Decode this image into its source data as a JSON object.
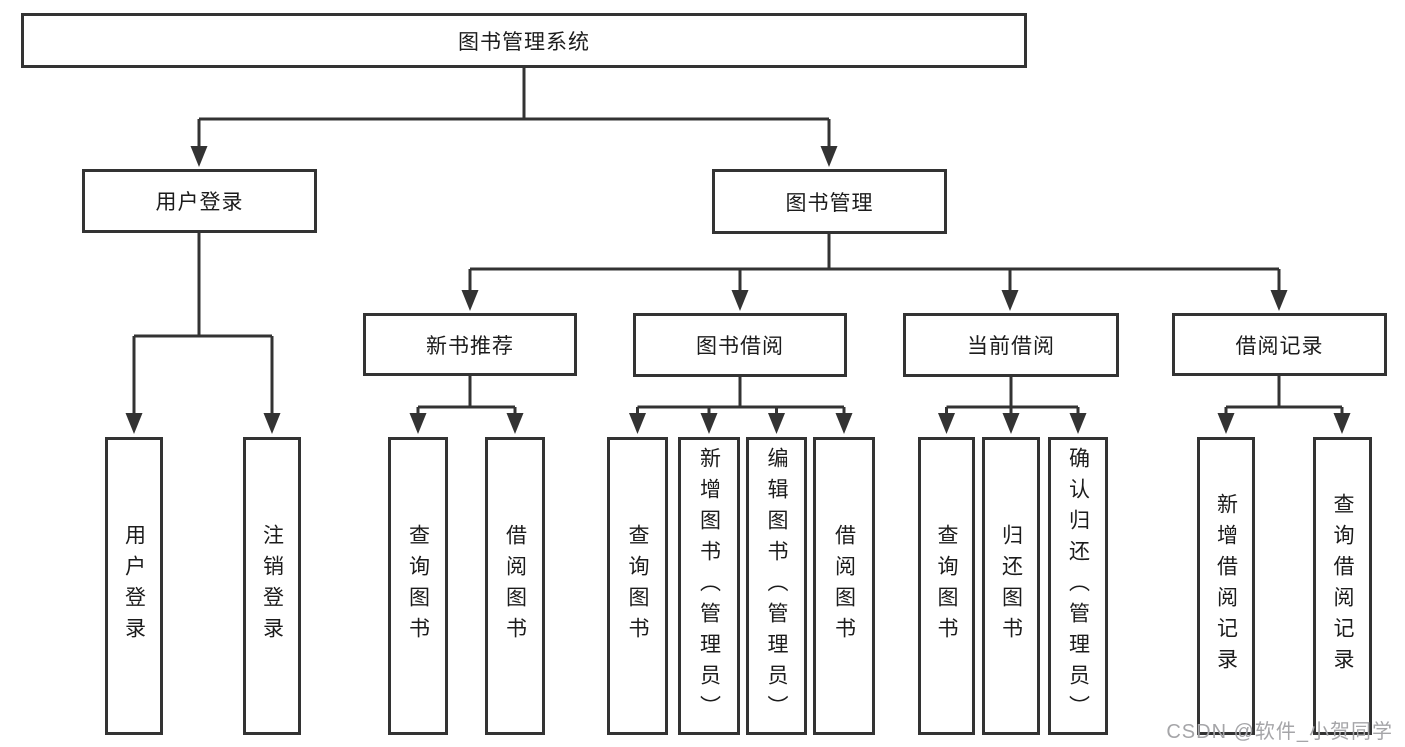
{
  "diagram_title": "图书管理系统",
  "tree": {
    "root": {
      "label": "图书管理系统"
    },
    "level2": [
      {
        "label": "用户登录",
        "children": [
          "用户登录",
          "注销登录"
        ]
      },
      {
        "label": "图书管理"
      }
    ],
    "level3": [
      {
        "label": "新书推荐",
        "children": [
          "查询图书",
          "借阅图书"
        ]
      },
      {
        "label": "图书借阅",
        "children": [
          "查询图书",
          "新增图书（管理员）",
          "编辑图书（管理员）",
          "借阅图书"
        ]
      },
      {
        "label": "当前借阅",
        "children": [
          "查询图书",
          "归还图书",
          "确认归还（管理员）"
        ]
      },
      {
        "label": "借阅记录",
        "children": [
          "新增借阅记录",
          "查询借阅记录"
        ]
      }
    ]
  },
  "watermark": "CSDN @软件_小贺同学",
  "colors": {
    "line": "#333333",
    "text": "#1c1c1c",
    "watermark": "#a5a5a8",
    "background": "#ffffff"
  }
}
